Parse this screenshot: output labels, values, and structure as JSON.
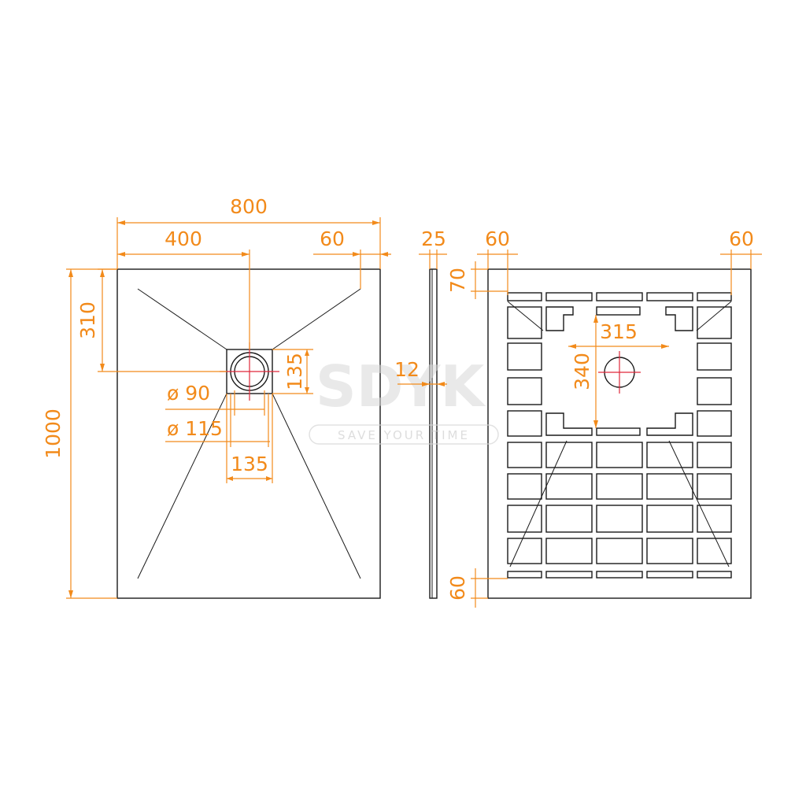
{
  "dimensions": {
    "total_width": "800",
    "half_width": "400",
    "edge_offset_top": "60",
    "thickness_total": "25",
    "back_edge_left": "60",
    "back_edge_right": "60",
    "drain_offset": "310",
    "total_length": "1000",
    "drain_square": "135",
    "drain_d90": "ø 90",
    "drain_d115": "ø 115",
    "drain_square_width": "135",
    "plate_thickness": "12",
    "back_top_margin": "70",
    "back_bottom_margin": "60",
    "recess_width": "315",
    "recess_height": "340"
  },
  "watermark": {
    "logo": "SDYK",
    "tagline": "SAVE YOUR TIME"
  },
  "colors": {
    "dimension": "#f28a1a",
    "outline": "#1a1a1a",
    "center_mark": "#e0283a"
  }
}
